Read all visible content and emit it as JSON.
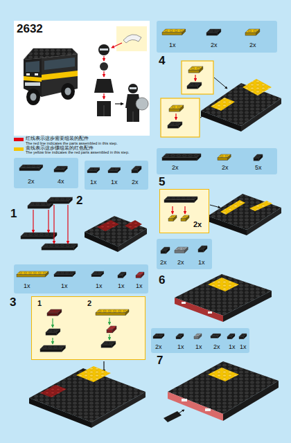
{
  "diagram": {
    "title": "2632",
    "nodes": [
      {
        "text": [
          "2x",
          "4x"
        ]
      },
      {
        "text": [
          "1x",
          "1x",
          "2x"
        ]
      },
      {
        "text": [
          "1x",
          "1x",
          "1x",
          "1x",
          "1x"
        ]
      },
      {
        "text": [
          "1",
          "2"
        ]
      },
      {
        "text": [
          "1x",
          "2x",
          "2x"
        ]
      },
      {
        "text": [
          "2x",
          "2x",
          "5x"
        ]
      },
      {
        "text": [
          "2x"
        ]
      },
      {
        "text": [
          "2x",
          "2x",
          "1x"
        ]
      },
      {
        "text": [
          "2x",
          "1x",
          "1x",
          "2x",
          "1x",
          "1x"
        ]
      }
    ],
    "labels": [
      "The red line indicates the parts assembled in this step.",
      "The yellow line indicates the red parts assembled in this step.",
      "1",
      "2",
      "3",
      "4",
      "5",
      "6",
      "7"
    ],
    "legend": [
      {
        "text": "红线表示这步需要组装的配件",
        "color": "#e30613"
      },
      {
        "text": "黄线表示这步骤组装的红色配件",
        "color": "#f5c400"
      }
    ]
  }
}
